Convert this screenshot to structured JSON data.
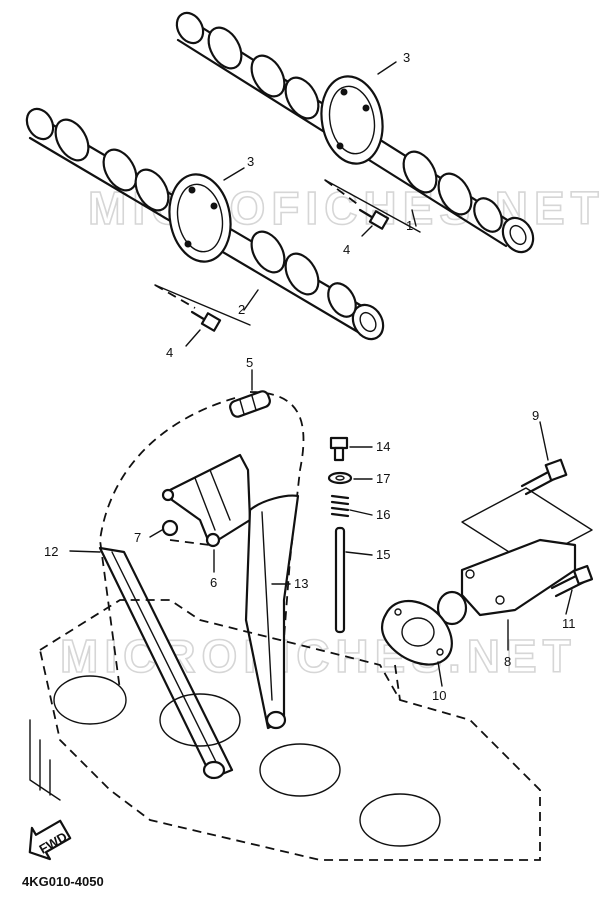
{
  "watermark": "MICROFICHES.NET",
  "diagram_code": "4KG010-4050",
  "fwd_label": "FWD",
  "callouts": [
    "1",
    "2",
    "3",
    "3",
    "4",
    "4",
    "5",
    "6",
    "7",
    "8",
    "9",
    "10",
    "11",
    "12",
    "13",
    "14",
    "15",
    "16",
    "17"
  ]
}
